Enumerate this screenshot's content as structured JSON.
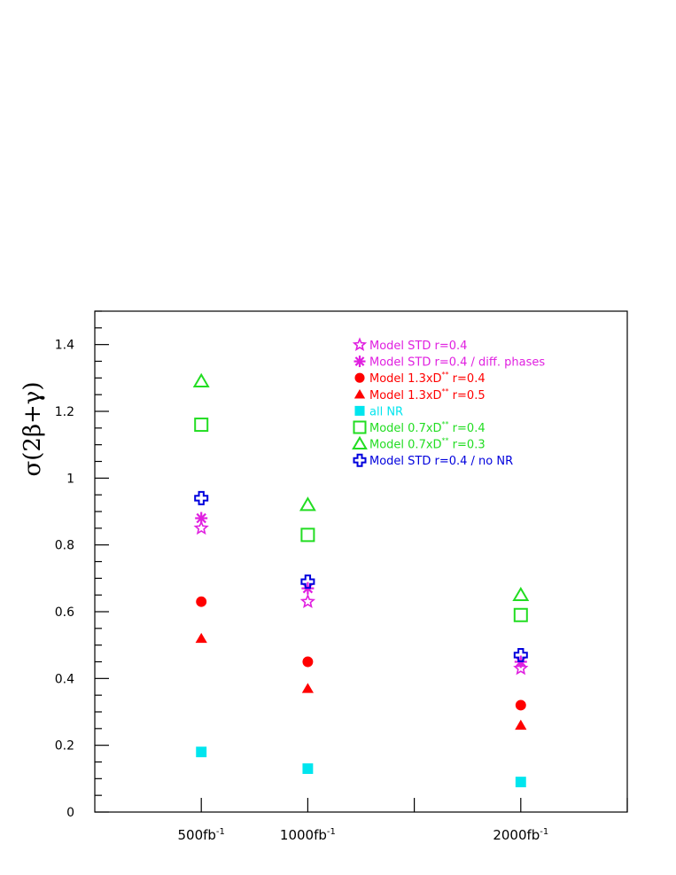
{
  "chart_data": {
    "type": "scatter",
    "title": "",
    "ylabel": "σ(2β+γ)",
    "xlabel": "",
    "ylim": [
      0,
      1.5
    ],
    "xlim": [
      0,
      2500
    ],
    "x_ticks": [
      500,
      1000,
      1500,
      2000,
      2500
    ],
    "x_tick_labels": [
      {
        "x": 500,
        "base": "500fb",
        "sup": "-1"
      },
      {
        "x": 1000,
        "base": "1000fb",
        "sup": "-1"
      },
      {
        "x": 2000,
        "base": "2000fb",
        "sup": "-1"
      }
    ],
    "y_ticks": [
      0,
      0.2,
      0.4,
      0.6,
      0.8,
      1,
      1.2,
      1.4
    ],
    "y_tick_labels": [
      "0",
      "0.2",
      "0.4",
      "0.6",
      "0.8",
      "1",
      "1.2",
      "1.4"
    ],
    "legend_position": "top-right",
    "grid": false,
    "series": [
      {
        "name": "Model STD r=0.4",
        "marker": "star",
        "color": "#e020e0",
        "x": [
          500,
          1000,
          2000
        ],
        "y": [
          0.85,
          0.63,
          0.43
        ]
      },
      {
        "name": "Model STD r=0.4 / diff. phases",
        "marker": "asterisk",
        "color": "#e020e0",
        "x": [
          500,
          1000,
          2000
        ],
        "y": [
          0.88,
          0.67,
          0.45
        ]
      },
      {
        "name": "Model 1.3xD** r=0.4",
        "marker": "circle",
        "color": "#ff0000",
        "x": [
          500,
          1000,
          2000
        ],
        "y": [
          0.63,
          0.45,
          0.32
        ]
      },
      {
        "name": "Model 1.3xD** r=0.5",
        "marker": "triangle-filled",
        "color": "#ff0000",
        "x": [
          500,
          1000,
          2000
        ],
        "y": [
          0.52,
          0.37,
          0.26
        ]
      },
      {
        "name": "all NR",
        "marker": "square-filled",
        "color": "#00e5ee",
        "x": [
          500,
          1000,
          2000
        ],
        "y": [
          0.18,
          0.13,
          0.09
        ]
      },
      {
        "name": "Model 0.7xD** r=0.4",
        "marker": "square-open",
        "color": "#22dd22",
        "x": [
          500,
          1000,
          2000
        ],
        "y": [
          1.16,
          0.83,
          0.59
        ]
      },
      {
        "name": "Model 0.7xD** r=0.3",
        "marker": "triangle-open",
        "color": "#22dd22",
        "x": [
          500,
          1000,
          2000
        ],
        "y": [
          1.29,
          0.92,
          0.65
        ]
      },
      {
        "name": "Model STD r=0.4 / no NR",
        "marker": "cross-open",
        "color": "#0000dd",
        "x": [
          500,
          1000,
          2000
        ],
        "y": [
          0.94,
          0.69,
          0.47
        ]
      }
    ],
    "legend": [
      {
        "series": 0,
        "text": "Model STD r=0.4"
      },
      {
        "series": 1,
        "text": "Model STD r=0.4 / diff. phases"
      },
      {
        "series": 2,
        "pre": "Model 1.3xD",
        "sup": "**",
        "post": " r=0.4"
      },
      {
        "series": 3,
        "pre": "Model 1.3xD",
        "sup": "**",
        "post": " r=0.5"
      },
      {
        "series": 4,
        "text": "all NR"
      },
      {
        "series": 5,
        "pre": "Model 0.7xD",
        "sup": "**",
        "post": " r=0.4"
      },
      {
        "series": 6,
        "pre": "Model 0.7xD",
        "sup": "**",
        "post": " r=0.3"
      },
      {
        "series": 7,
        "text": "Model STD r=0.4 / no NR"
      }
    ]
  }
}
